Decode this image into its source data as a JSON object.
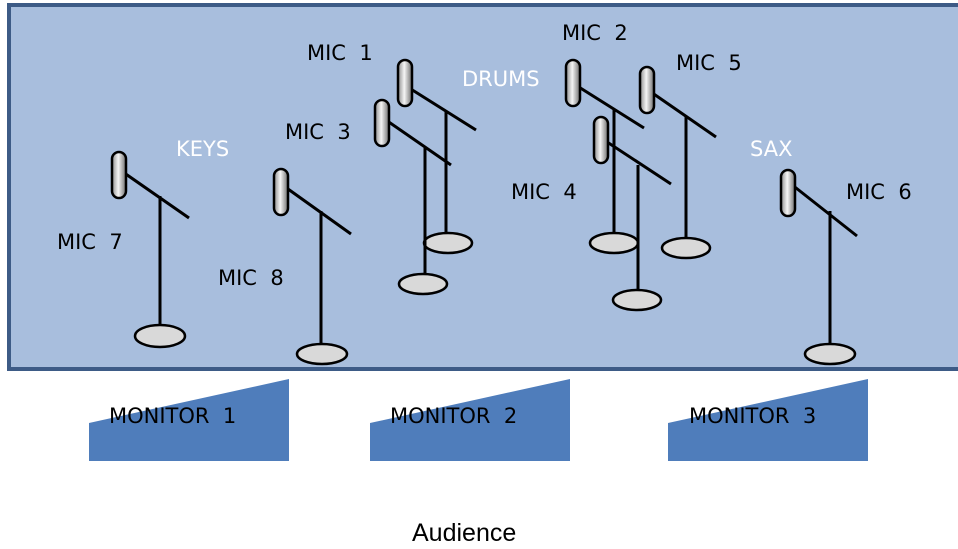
{
  "colors": {
    "stage_fill": "#a8bedd",
    "stage_border": "#3d5b86",
    "monitor_fill": "#4f7dbb",
    "mic_head_light": "#f2f2f2",
    "mic_head_dark": "#7f7f7f",
    "mic_base_fill": "#d9d9d9",
    "stand_stroke": "#000000"
  },
  "zones": {
    "keys": "KEYS",
    "drums": "DRUMS",
    "sax": "SAX"
  },
  "mics": [
    {
      "id": "mic-1",
      "label": "MIC  1"
    },
    {
      "id": "mic-2",
      "label": "MIC  2"
    },
    {
      "id": "mic-3",
      "label": "MIC  3"
    },
    {
      "id": "mic-4",
      "label": "MIC  4"
    },
    {
      "id": "mic-5",
      "label": "MIC  5"
    },
    {
      "id": "mic-6",
      "label": "MIC  6"
    },
    {
      "id": "mic-7",
      "label": "MIC  7"
    },
    {
      "id": "mic-8",
      "label": "MIC  8"
    }
  ],
  "monitors": [
    {
      "id": "monitor-1",
      "label": "MONITOR  1"
    },
    {
      "id": "monitor-2",
      "label": "MONITOR  2"
    },
    {
      "id": "monitor-3",
      "label": "MONITOR  3"
    }
  ],
  "audience": "Audience"
}
